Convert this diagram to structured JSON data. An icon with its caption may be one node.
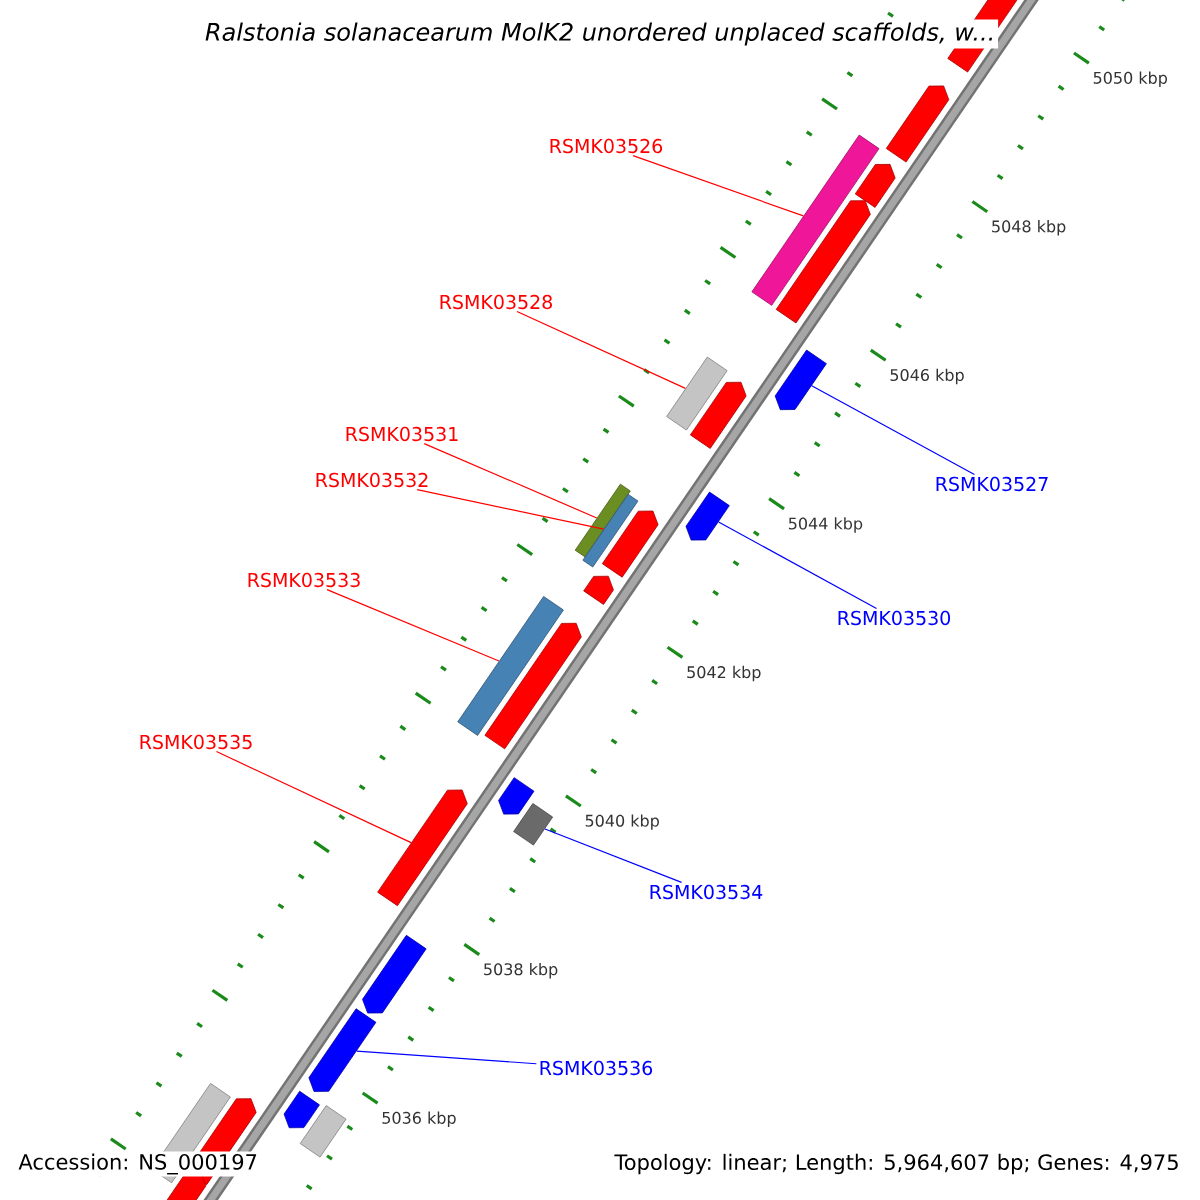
{
  "diagram": {
    "title": "Ralstonia solanacearum MolK2 unordered unplaced scaffolds, w...",
    "nodes": [
      {
        "text": [
          "RSMK03526"
        ]
      },
      {
        "text": [
          "RSMK03528"
        ]
      },
      {
        "text": [
          "RSMK03531"
        ]
      },
      {
        "text": [
          "RSMK03532"
        ]
      },
      {
        "text": [
          "RSMK03533"
        ]
      },
      {
        "text": [
          "RSMK03535"
        ]
      },
      {
        "text": [
          "RSMK03527"
        ]
      },
      {
        "text": [
          "RSMK03530"
        ]
      },
      {
        "text": [
          "RSMK03534"
        ]
      },
      {
        "text": [
          "RSMK03536"
        ]
      },
      {
        "text": [],
        "shape": "bar"
      },
      {
        "text": [],
        "shape": "bar"
      },
      {
        "text": [],
        "shape": "bar"
      },
      {
        "text": [],
        "shape": "bar"
      },
      {
        "text": [],
        "shape": "bar"
      },
      {
        "text": [],
        "shape": "arrow"
      },
      {
        "text": [],
        "shape": "arrow"
      },
      {
        "text": [],
        "shape": "arrow"
      },
      {
        "text": [],
        "shape": "bar"
      },
      {
        "text": [],
        "shape": "arrow"
      },
      {
        "text": [],
        "shape": "arrow"
      }
    ],
    "edges": [
      {
        "from": 0,
        "to": 10,
        "arrow": "none",
        "color": "#ff0000"
      },
      {
        "from": 1,
        "to": 11,
        "arrow": "none",
        "color": "#ff0000"
      },
      {
        "from": 2,
        "to": 12,
        "arrow": "none",
        "color": "#ff0000"
      },
      {
        "from": 3,
        "to": 13,
        "arrow": "none",
        "color": "#ff0000"
      },
      {
        "from": 4,
        "to": 14,
        "arrow": "none",
        "color": "#ff0000"
      },
      {
        "from": 5,
        "to": 15,
        "arrow": "none",
        "color": "#ff0000"
      },
      {
        "from": 6,
        "to": 16,
        "arrow": "none",
        "color": "#0000ff"
      },
      {
        "from": 7,
        "to": 17,
        "arrow": "none",
        "color": "#0000ff"
      },
      {
        "from": 8,
        "to": 18,
        "arrow": "none",
        "color": "#0000ff"
      },
      {
        "from": 9,
        "to": 19,
        "arrow": "none",
        "color": "#0000ff"
      }
    ],
    "labels": [
      "5050 kbp",
      "5048 kbp",
      "5046 kbp",
      "5044 kbp",
      "5042 kbp",
      "5040 kbp",
      "5038 kbp",
      "5036 kbp",
      "Accession: NS_000197",
      "Topology: linear; Length: 5,964,607 bp; Genes: 4,975"
    ]
  }
}
